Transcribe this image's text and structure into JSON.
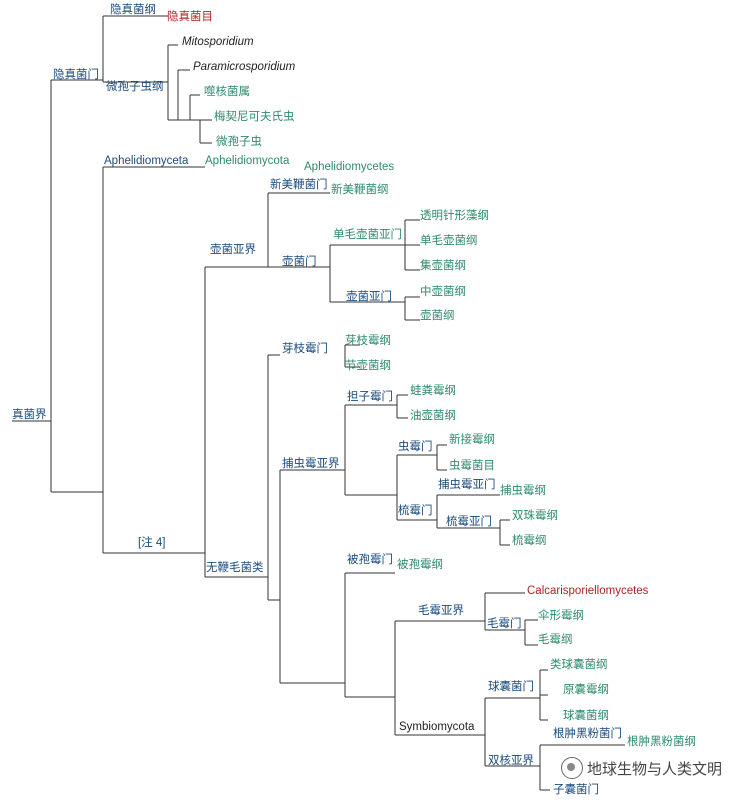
{
  "colors": {
    "line": "#333333",
    "link": "#1a4b7e",
    "green": "#2e8b6e",
    "red": "#b22222",
    "plain": "#222222"
  },
  "labels": {
    "L1": "真菌界",
    "L2": "隐真菌门",
    "L3": "隐真菌纲",
    "L4": "隐真菌目",
    "L5": "微孢子虫纲",
    "L6": "Mitosporidium",
    "L7": "Paramicrosporidium",
    "L8": "噬核菌属",
    "L9": "梅契尼可夫氏虫",
    "L10": "微孢子虫",
    "L11": "Aphelidiomyceta",
    "L12": "Aphelidiomycota",
    "L13": "Aphelidiomycetes",
    "L14": "壶菌亚界",
    "L15": "新美鞭菌门",
    "L16": "新美鞭菌纲",
    "L17": "壶菌门",
    "L18": "单毛壶菌亚门",
    "L19": "透明针形藻纲",
    "L20": "单毛壶菌纲",
    "L21": "集壶菌纲",
    "L22": "壶菌亚门",
    "L23": "中壶菌纲",
    "L24": "壶菌纲",
    "L25": "[注 4]",
    "L26": "芽枝霉门",
    "L27": "芽枝霉纲",
    "L28": "节壶菌纲",
    "L29": "捕虫霉亚界",
    "L30": "担子霉门",
    "L31": "蛙粪霉纲",
    "L32": "油壶菌纲",
    "L33": "虫霉门",
    "L34": "新接霉纲",
    "L35": "虫霉菌目",
    "L36": "梳霉门",
    "L37": "捕虫霉亚门",
    "L38": "捕虫霉纲",
    "L39": "梳霉亚门",
    "L40": "双珠霉纲",
    "L41": "梳霉纲",
    "L42": "无鞭毛菌类",
    "L43": "被孢霉门",
    "L44": "被孢霉纲",
    "L45": "毛霉亚界",
    "L46": "毛霉门",
    "L47": "Calcarisporiellomycetes",
    "L48": "伞形霉纲",
    "L49": "毛霉纲",
    "L50": "Symbiomycota",
    "L51": "球囊菌门",
    "L52": "类球囊菌纲",
    "L53": "原囊霉纲",
    "L54": "球囊菌纲",
    "L55": "双核亚界",
    "L56": "根肿黑粉菌门",
    "L57": "根肿黑粉菌纲",
    "L58": "子囊菌门"
  },
  "watermark": "地球生物与人类文明"
}
